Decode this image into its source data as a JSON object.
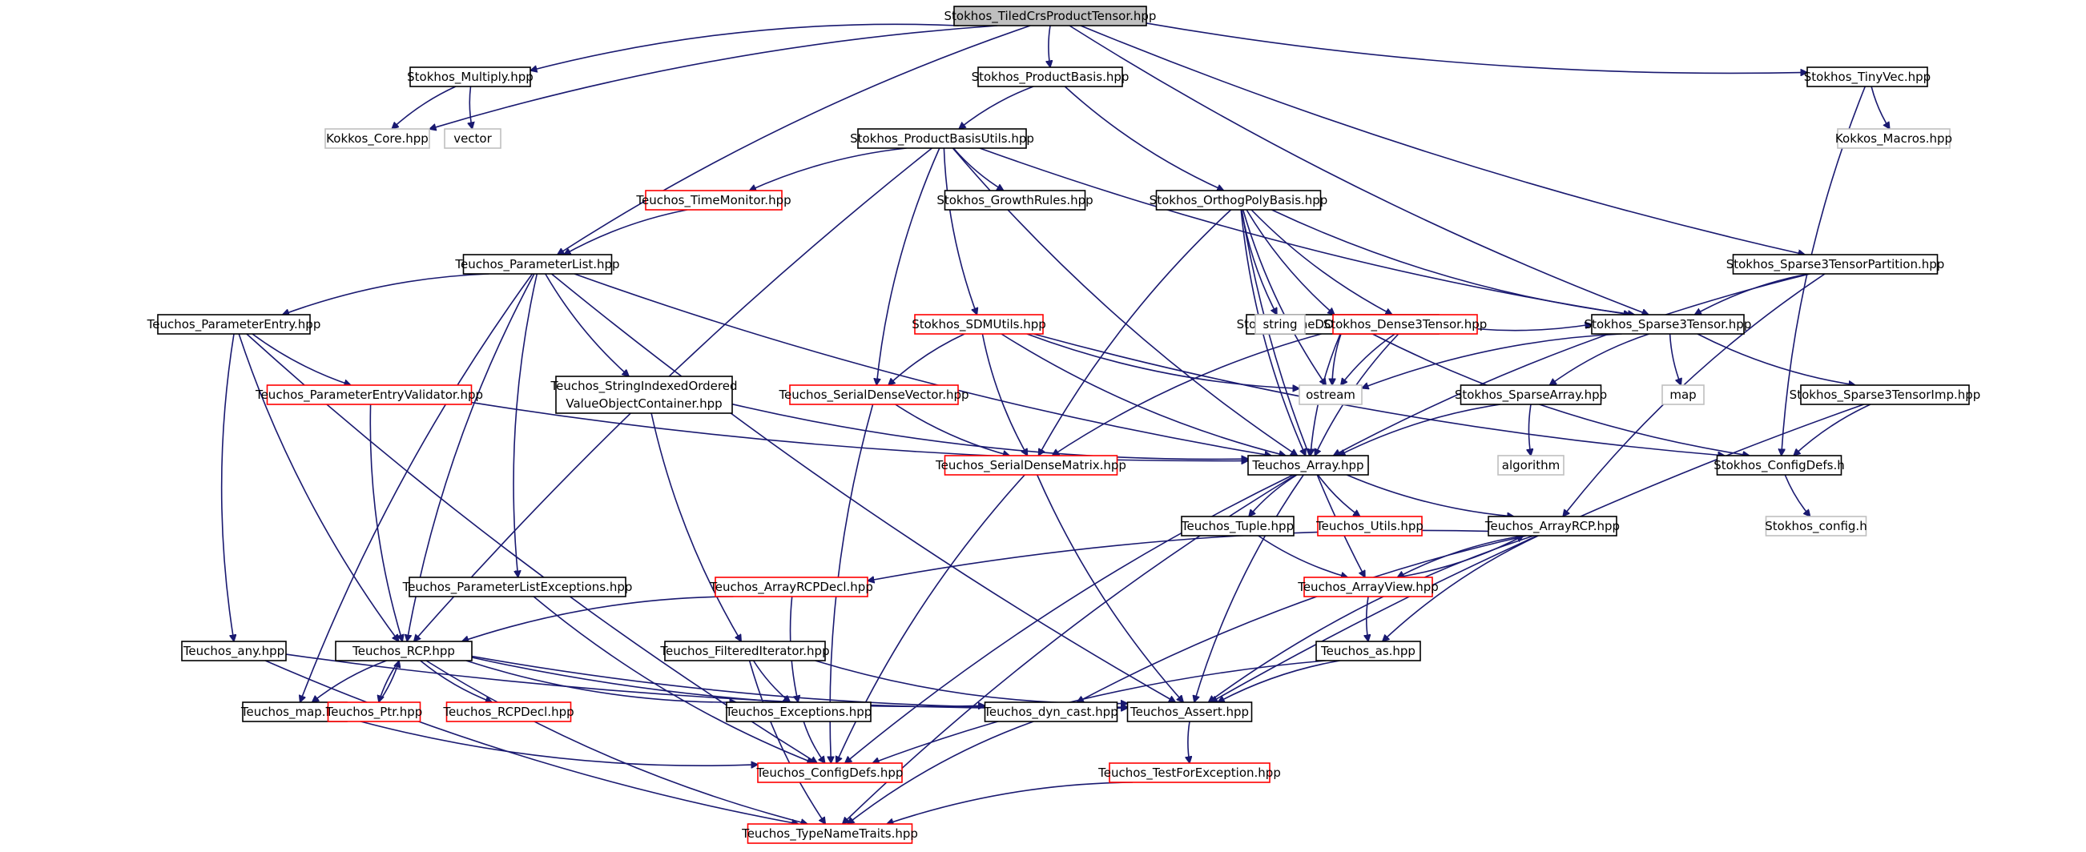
{
  "colors": {
    "edge": "#191970",
    "normal_border": "#000000",
    "external_border": "#bfbfbf",
    "red_border": "#ff0000",
    "root_fill": "#bfbfbf"
  },
  "nodes": [
    {
      "id": "root",
      "label": "Stokhos_TiledCrsProductTensor.hpp",
      "kind": "root"
    },
    {
      "id": "multiply",
      "label": "Stokhos_Multiply.hpp",
      "kind": "normal"
    },
    {
      "id": "prodbasis",
      "label": "Stokhos_ProductBasis.hpp",
      "kind": "normal"
    },
    {
      "id": "tinyvec",
      "label": "Stokhos_TinyVec.hpp",
      "kind": "normal"
    },
    {
      "id": "kokkoscore",
      "label": "Kokkos_Core.hpp",
      "kind": "external"
    },
    {
      "id": "vector",
      "label": "vector",
      "kind": "external"
    },
    {
      "id": "pbutils",
      "label": "Stokhos_ProductBasisUtils.hpp",
      "kind": "normal"
    },
    {
      "id": "kokkosmacros",
      "label": "Kokkos_Macros.hpp",
      "kind": "external"
    },
    {
      "id": "timemonitor",
      "label": "Teuchos_TimeMonitor.hpp",
      "kind": "red"
    },
    {
      "id": "growth",
      "label": "Stokhos_GrowthRules.hpp",
      "kind": "normal"
    },
    {
      "id": "orthopoly",
      "label": "Stokhos_OrthogPolyBasis.hpp",
      "kind": "normal"
    },
    {
      "id": "plist",
      "label": "Teuchos_ParameterList.hpp",
      "kind": "normal"
    },
    {
      "id": "s3tp",
      "label": "Stokhos_Sparse3TensorPartition.hpp",
      "kind": "normal"
    },
    {
      "id": "pentry",
      "label": "Teuchos_ParameterEntry.hpp",
      "kind": "normal"
    },
    {
      "id": "sdmutils",
      "label": "Stokhos_SDMUtils.hpp",
      "kind": "red"
    },
    {
      "id": "onedortho",
      "label": "Stokhos_OneDOrthogPolyBasis.hpp",
      "kind": "normal"
    },
    {
      "id": "string",
      "label": "string",
      "kind": "external"
    },
    {
      "id": "dense3",
      "label": "Stokhos_Dense3Tensor.hpp",
      "kind": "red"
    },
    {
      "id": "sparse3",
      "label": "Stokhos_Sparse3Tensor.hpp",
      "kind": "normal"
    },
    {
      "id": "ostream",
      "label": "ostream",
      "kind": "external"
    },
    {
      "id": "map",
      "label": "map",
      "kind": "external"
    },
    {
      "id": "pev",
      "label": "Teuchos_ParameterEntryValidator.hpp",
      "kind": "red"
    },
    {
      "id": "sioc",
      "label": [
        "Teuchos_StringIndexedOrdered",
        "ValueObjectContainer.hpp"
      ],
      "kind": "normal"
    },
    {
      "id": "sdv",
      "label": "Teuchos_SerialDenseVector.hpp",
      "kind": "red"
    },
    {
      "id": "sparsearray",
      "label": "Stokhos_SparseArray.hpp",
      "kind": "normal"
    },
    {
      "id": "s3timp",
      "label": "Stokhos_Sparse3TensorImp.hpp",
      "kind": "normal"
    },
    {
      "id": "sdm",
      "label": "Teuchos_SerialDenseMatrix.hpp",
      "kind": "red"
    },
    {
      "id": "array",
      "label": "Teuchos_Array.hpp",
      "kind": "normal"
    },
    {
      "id": "algorithm",
      "label": "algorithm",
      "kind": "external"
    },
    {
      "id": "configdefs_s",
      "label": "Stokhos_ConfigDefs.h",
      "kind": "normal"
    },
    {
      "id": "tuple",
      "label": "Teuchos_Tuple.hpp",
      "kind": "normal"
    },
    {
      "id": "utils",
      "label": "Teuchos_Utils.hpp",
      "kind": "red"
    },
    {
      "id": "arrayrcp",
      "label": "Teuchos_ArrayRCP.hpp",
      "kind": "normal"
    },
    {
      "id": "stokconfig",
      "label": "Stokhos_config.h",
      "kind": "external"
    },
    {
      "id": "plexc",
      "label": "Teuchos_ParameterListExceptions.hpp",
      "kind": "normal"
    },
    {
      "id": "arcpdecl",
      "label": "Teuchos_ArrayRCPDecl.hpp",
      "kind": "red"
    },
    {
      "id": "arrayview",
      "label": "Teuchos_ArrayView.hpp",
      "kind": "red"
    },
    {
      "id": "any",
      "label": "Teuchos_any.hpp",
      "kind": "normal"
    },
    {
      "id": "rcp",
      "label": "Teuchos_RCP.hpp",
      "kind": "normal"
    },
    {
      "id": "filtit",
      "label": "Teuchos_FilteredIterator.hpp",
      "kind": "normal"
    },
    {
      "id": "as",
      "label": "Teuchos_as.hpp",
      "kind": "normal"
    },
    {
      "id": "tmap",
      "label": "Teuchos_map.hpp",
      "kind": "normal"
    },
    {
      "id": "ptr",
      "label": "Teuchos_Ptr.hpp",
      "kind": "red"
    },
    {
      "id": "rcpdecl",
      "label": "Teuchos_RCPDecl.hpp",
      "kind": "red"
    },
    {
      "id": "exceptions",
      "label": "Teuchos_Exceptions.hpp",
      "kind": "normal"
    },
    {
      "id": "dyncast",
      "label": "Teuchos_dyn_cast.hpp",
      "kind": "normal"
    },
    {
      "id": "assert",
      "label": "Teuchos_Assert.hpp",
      "kind": "normal"
    },
    {
      "id": "configdefs_t",
      "label": "Teuchos_ConfigDefs.hpp",
      "kind": "red"
    },
    {
      "id": "testexc",
      "label": "Teuchos_TestForException.hpp",
      "kind": "red"
    },
    {
      "id": "typename",
      "label": "Teuchos_TypeNameTraits.hpp",
      "kind": "red"
    }
  ],
  "edges": [
    [
      "root",
      "multiply"
    ],
    [
      "root",
      "prodbasis"
    ],
    [
      "root",
      "tinyvec"
    ],
    [
      "root",
      "kokkoscore"
    ],
    [
      "root",
      "plist"
    ],
    [
      "root",
      "sparse3"
    ],
    [
      "root",
      "s3tp"
    ],
    [
      "multiply",
      "kokkoscore"
    ],
    [
      "multiply",
      "vector"
    ],
    [
      "prodbasis",
      "pbutils"
    ],
    [
      "prodbasis",
      "orthopoly"
    ],
    [
      "tinyvec",
      "kokkosmacros"
    ],
    [
      "tinyvec",
      "configdefs_s"
    ],
    [
      "pbutils",
      "timemonitor"
    ],
    [
      "pbutils",
      "growth"
    ],
    [
      "pbutils",
      "sdmutils"
    ],
    [
      "pbutils",
      "sdv"
    ],
    [
      "pbutils",
      "array"
    ],
    [
      "pbutils",
      "sparse3"
    ],
    [
      "pbutils",
      "rcp"
    ],
    [
      "timemonitor",
      "plist"
    ],
    [
      "orthopoly",
      "onedortho"
    ],
    [
      "orthopoly",
      "string"
    ],
    [
      "orthopoly",
      "ostream"
    ],
    [
      "orthopoly",
      "dense3"
    ],
    [
      "orthopoly",
      "sparse3"
    ],
    [
      "orthopoly",
      "sdm"
    ],
    [
      "orthopoly",
      "array"
    ],
    [
      "orthopoly",
      "arrayview"
    ],
    [
      "plist",
      "pentry"
    ],
    [
      "plist",
      "sioc"
    ],
    [
      "plist",
      "array"
    ],
    [
      "plist",
      "rcp"
    ],
    [
      "plist",
      "plexc"
    ],
    [
      "plist",
      "assert"
    ],
    [
      "plist",
      "tmap"
    ],
    [
      "s3tp",
      "sparse3"
    ],
    [
      "s3tp",
      "array"
    ],
    [
      "s3tp",
      "arrayrcp"
    ],
    [
      "pentry",
      "pev"
    ],
    [
      "pentry",
      "rcp"
    ],
    [
      "pentry",
      "any"
    ],
    [
      "pentry",
      "configdefs_t"
    ],
    [
      "sdmutils",
      "sdv"
    ],
    [
      "sdmutils",
      "sdm"
    ],
    [
      "sdmutils",
      "array"
    ],
    [
      "sdmutils",
      "ostream"
    ],
    [
      "sdmutils",
      "configdefs_s"
    ],
    [
      "onedortho",
      "string"
    ],
    [
      "onedortho",
      "ostream"
    ],
    [
      "onedortho",
      "dense3"
    ],
    [
      "onedortho",
      "sparse3"
    ],
    [
      "onedortho",
      "array"
    ],
    [
      "onedortho",
      "sdm"
    ],
    [
      "onedortho",
      "configdefs_s"
    ],
    [
      "dense3",
      "ostream"
    ],
    [
      "dense3",
      "array"
    ],
    [
      "sparse3",
      "ostream"
    ],
    [
      "sparse3",
      "map"
    ],
    [
      "sparse3",
      "sparsearray"
    ],
    [
      "sparse3",
      "s3timp"
    ],
    [
      "pev",
      "rcp"
    ],
    [
      "pev",
      "array"
    ],
    [
      "sioc",
      "filtit"
    ],
    [
      "sioc",
      "array"
    ],
    [
      "sdv",
      "sdm"
    ],
    [
      "sdv",
      "configdefs_t"
    ],
    [
      "sparsearray",
      "array"
    ],
    [
      "sparsearray",
      "algorithm"
    ],
    [
      "s3timp",
      "configdefs_s"
    ],
    [
      "s3timp",
      "assert"
    ],
    [
      "sdm",
      "assert"
    ],
    [
      "sdm",
      "configdefs_t"
    ],
    [
      "array",
      "tuple"
    ],
    [
      "array",
      "utils"
    ],
    [
      "array",
      "arrayrcp"
    ],
    [
      "array",
      "configdefs_t"
    ],
    [
      "array",
      "assert"
    ],
    [
      "array",
      "typename"
    ],
    [
      "configdefs_s",
      "stokconfig"
    ],
    [
      "tuple",
      "arrayview"
    ],
    [
      "arrayrcp",
      "arcpdecl"
    ],
    [
      "arrayrcp",
      "arrayview"
    ],
    [
      "arrayrcp",
      "as"
    ],
    [
      "arrayrcp",
      "dyncast"
    ],
    [
      "arrayrcp",
      "assert"
    ],
    [
      "plexc",
      "configdefs_t"
    ],
    [
      "arcpdecl",
      "rcp"
    ],
    [
      "arcpdecl",
      "exceptions"
    ],
    [
      "arrayview",
      "arrayrcp"
    ],
    [
      "arrayview",
      "as"
    ],
    [
      "any",
      "typename"
    ],
    [
      "any",
      "assert"
    ],
    [
      "rcp",
      "tmap"
    ],
    [
      "rcp",
      "ptr"
    ],
    [
      "rcp",
      "rcpdecl"
    ],
    [
      "rcp",
      "exceptions"
    ],
    [
      "rcp",
      "dyncast"
    ],
    [
      "rcp",
      "assert"
    ],
    [
      "rcp",
      "typename"
    ],
    [
      "filtit",
      "exceptions"
    ],
    [
      "filtit",
      "assert"
    ],
    [
      "filtit",
      "typename"
    ],
    [
      "as",
      "assert"
    ],
    [
      "as",
      "configdefs_t"
    ],
    [
      "tmap",
      "configdefs_t"
    ],
    [
      "ptr",
      "rcp"
    ],
    [
      "exceptions",
      "configdefs_t"
    ],
    [
      "dyncast",
      "typename"
    ],
    [
      "assert",
      "testexc"
    ],
    [
      "testexc",
      "typename"
    ]
  ]
}
